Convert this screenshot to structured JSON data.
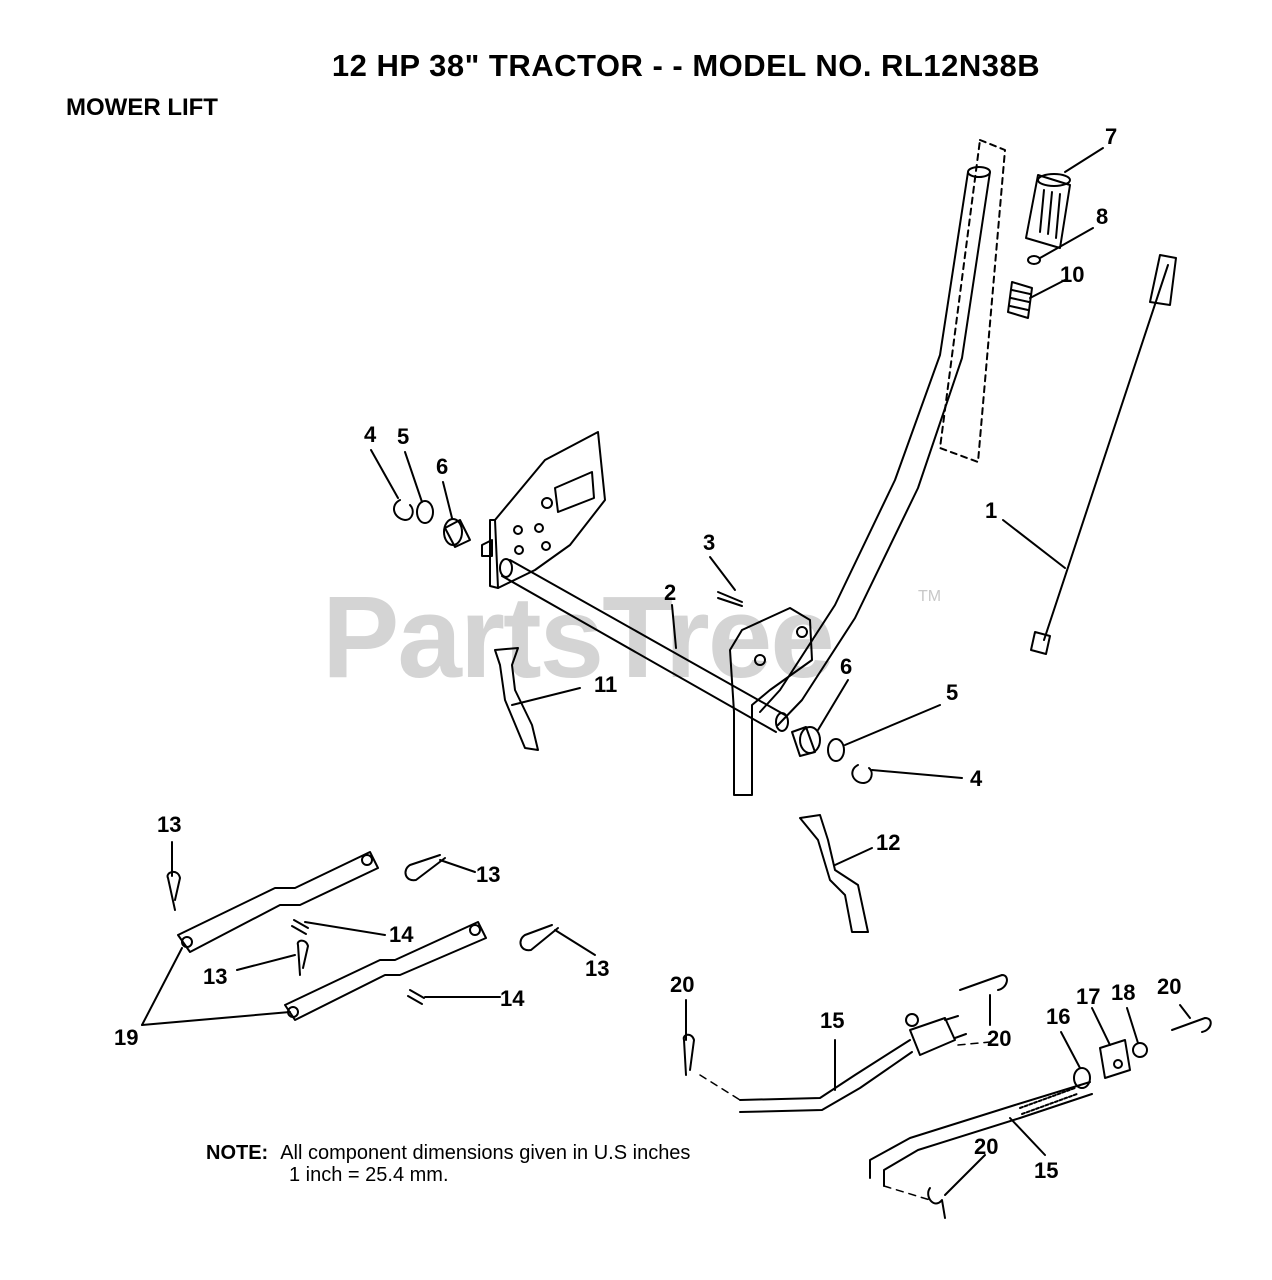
{
  "header": {
    "title": "12 HP 38\" TRACTOR - - MODEL NO.  RL12N38B",
    "section": "MOWER LIFT"
  },
  "watermark": {
    "text": "PartsTree",
    "tm": "TM"
  },
  "note": {
    "label": "NOTE:",
    "line1": "All component dimensions given in U.S inches",
    "line2": "1 inch = 25.4 mm."
  },
  "callouts": [
    "7",
    "8",
    "10",
    "1",
    "4",
    "5",
    "6",
    "3",
    "2",
    "11",
    "6",
    "5",
    "4",
    "12",
    "13",
    "13",
    "14",
    "13",
    "13",
    "14",
    "19",
    "20",
    "15",
    "20",
    "16",
    "17",
    "18",
    "20",
    "20",
    "15"
  ]
}
